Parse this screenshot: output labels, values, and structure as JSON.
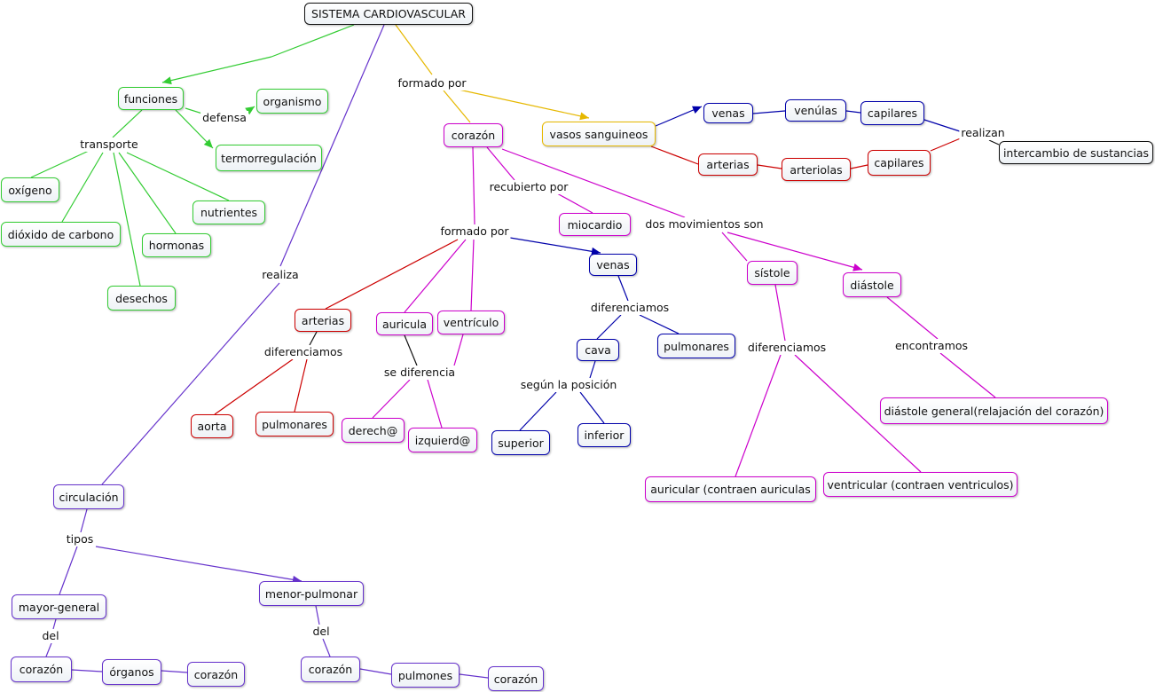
{
  "colors": {
    "black": "#111111",
    "green": "#33cc33",
    "magenta": "#cc00cc",
    "red": "#cc0000",
    "blue": "#0000aa",
    "purple": "#6633cc",
    "yellow": "#e6b800"
  },
  "diagram": {
    "nodes": {
      "root": "SISTEMA CARDIOVASCULAR",
      "funciones": "funciones",
      "organismo": "organismo",
      "termorregulacion": "termorregulación",
      "oxigeno": "oxígeno",
      "dioxido": "dióxido de carbono",
      "nutrientes": "nutrientes",
      "hormonas": "hormonas",
      "desechos": "desechos",
      "corazon": "corazón",
      "vasos": "vasos sanguineos",
      "venas_top": "venas",
      "venulas": "venúlas",
      "capilares1": "capilares",
      "arterias_top": "arterias",
      "arteriolas": "arteriolas",
      "capilares2": "capilares",
      "intercambio": "intercambio de sustancias",
      "miocardio": "miocardio",
      "arterias": "arterias",
      "auricula": "auricula",
      "ventriculo": "ventrículo",
      "venas": "venas",
      "sistole": "sístole",
      "diastole": "diástole",
      "aorta": "aorta",
      "pulmonares_a": "pulmonares",
      "derecha": "derech@",
      "izquierda": "izquierd@",
      "cava": "cava",
      "pulmonares_v": "pulmonares",
      "superior": "superior",
      "inferior": "inferior",
      "diastole_general": "diástole general(relajación del corazón)",
      "auricular": "auricular (contraen auriculas",
      "ventricular": "ventricular (contraen ventriculos)",
      "circulacion": "circulación",
      "mayor": "mayor-general",
      "menor": "menor-pulmonar",
      "corazon_m1": "corazón",
      "organos": "órganos",
      "corazon_m2": "corazón",
      "corazon_n1": "corazón",
      "pulmones": "pulmones",
      "corazon_n2": "corazón"
    },
    "labels": {
      "formado_por_1": "formado por",
      "defensa": "defensa",
      "transporte": "transporte",
      "realizan": "realizan",
      "recubierto_por": "recubierto por",
      "formado_por_2": "formado por",
      "dos_movimientos": "dos movimientos son",
      "realiza": "realiza",
      "diferenciamos_a": "diferenciamos",
      "se_diferencia": "se diferencia",
      "diferenciamos_v": "diferenciamos",
      "segun_posicion": "según la posición",
      "diferenciamos_s": "diferenciamos",
      "encontramos": "encontramos",
      "tipos": "tipos",
      "del_1": "del",
      "del_2": "del"
    }
  }
}
